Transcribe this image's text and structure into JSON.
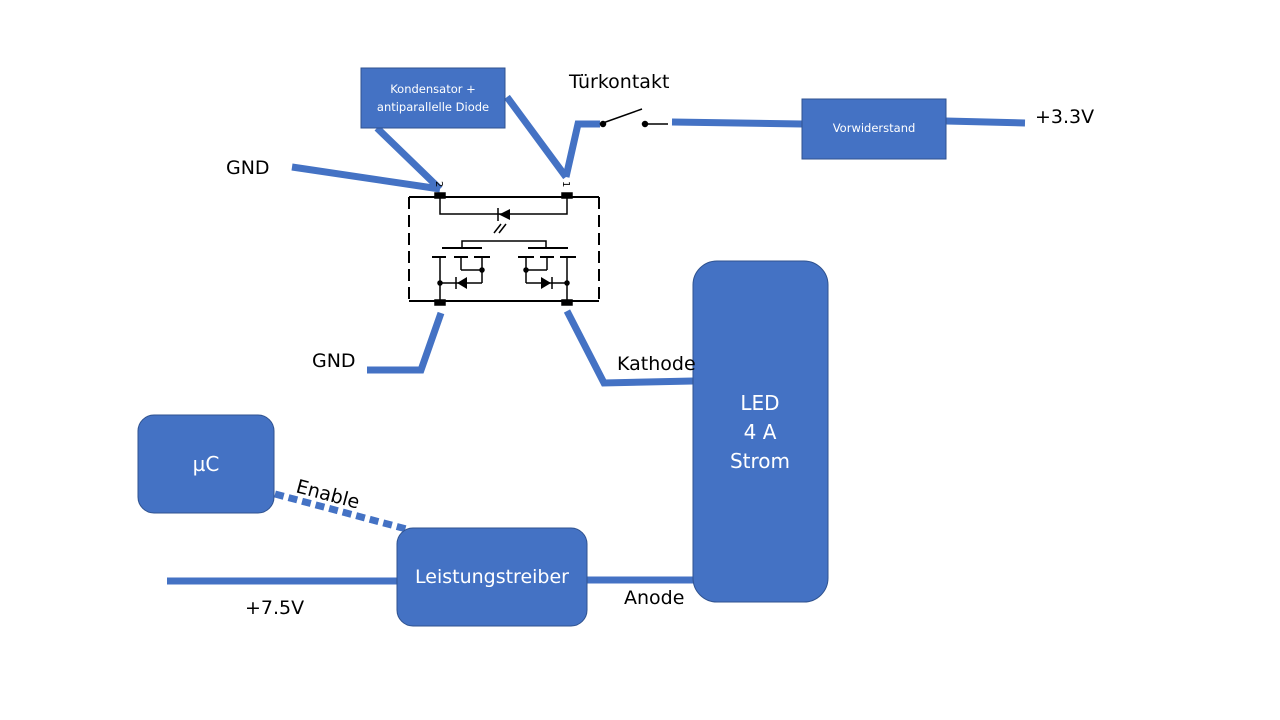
{
  "labels": {
    "gnd_top": "GND",
    "gnd_bottom": "GND",
    "door_contact": "Türkontakt",
    "supply_3v3": "+3.3V",
    "kathode": "Kathode",
    "anode": "Anode",
    "enable": "Enable",
    "supply_7v5": "+7.5V",
    "pin_2": "2",
    "pin_1": "1"
  },
  "boxes": {
    "capacitor_line1": "Kondensator +",
    "capacitor_line2": "antiparallelle Diode",
    "resistor": "Vorwiderstand",
    "mcu": "µC",
    "driver": "Leistungstreiber",
    "led_line1": "LED",
    "led_line2": "4 A",
    "led_line3": "Strom"
  },
  "colors": {
    "wire": "#4472C4",
    "box_fill": "#4472C4",
    "box_stroke": "#2F528F",
    "box_text": "#FFFFFF",
    "schematic": "#000000"
  }
}
